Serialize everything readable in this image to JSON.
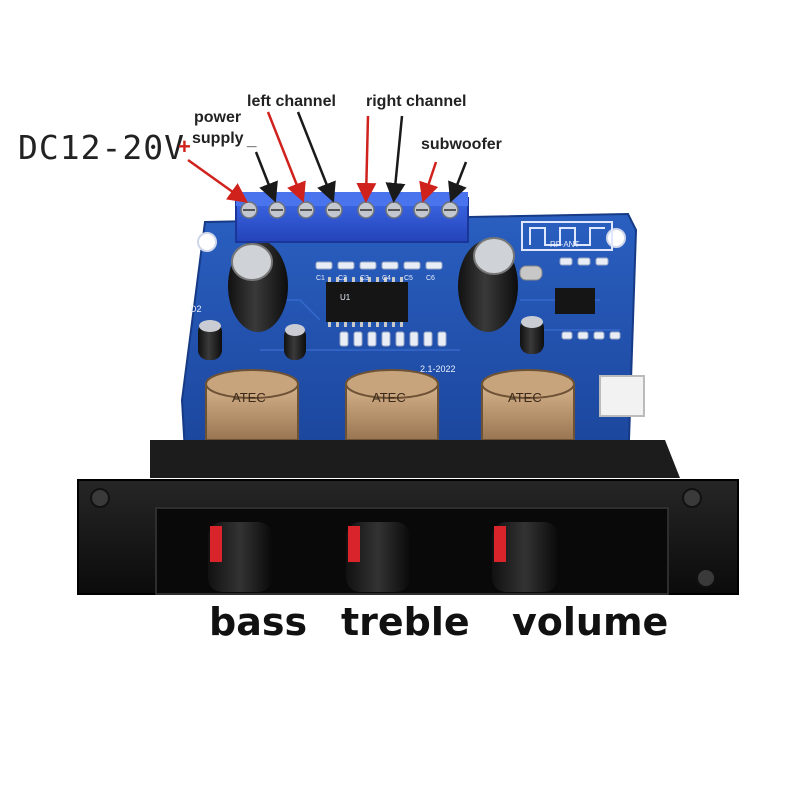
{
  "labels": {
    "dc_voltage": "DC12-20V",
    "plus_sign": "+",
    "power": "power",
    "supply": "supply",
    "minus_sign": "_",
    "left_channel": "left channel",
    "right_channel": "right channel",
    "subwoofer": "subwoofer",
    "bass": "bass",
    "treble": "treble",
    "volume": "volume"
  },
  "board": {
    "knob_brand": "ATEC",
    "antenna": "RF-ANT",
    "model_text": "2.1-2022",
    "part_u1": "U1",
    "part_d2": "D2",
    "caps": [
      "C1",
      "C2",
      "C3",
      "C4",
      "C5",
      "C6"
    ]
  },
  "colors": {
    "board": "#1f4fa8",
    "terminal": "#2f57d6",
    "panel": "#141414",
    "arrow_red": "#d0221c",
    "arrow_black": "#1a1a1a",
    "knob_band": "#b7916a",
    "knob_tip": "#d8242a"
  }
}
